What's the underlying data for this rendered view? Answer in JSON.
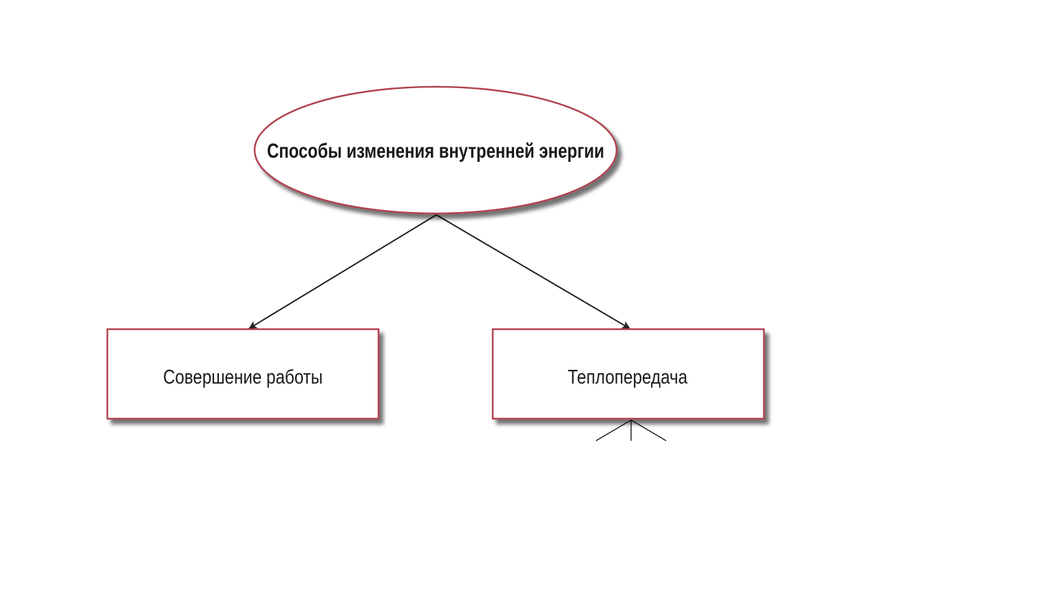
{
  "diagram": {
    "root": {
      "label": "Способы изменения внутренней энергии"
    },
    "children": [
      {
        "label": "Совершение работы"
      },
      {
        "label": "Теплопередача"
      }
    ],
    "colors": {
      "node_border": "#b0434f",
      "node_fill": "#ffffff",
      "shadow": "#9a9a9a",
      "connector": "#222222",
      "text": "#1a1a1a"
    }
  }
}
